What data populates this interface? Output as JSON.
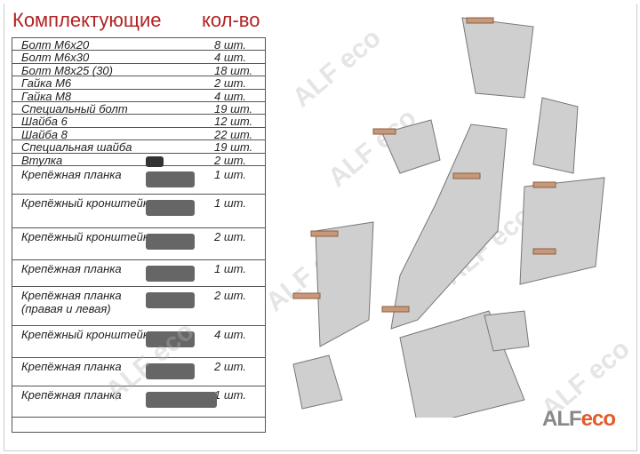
{
  "header": {
    "title": "Комплектующие",
    "qty": "кол-во"
  },
  "items": [
    {
      "name": "Болт М6х20",
      "qty": "8 шт."
    },
    {
      "name": "Болт М6х30",
      "qty": "4 шт."
    },
    {
      "name": "Болт М8х25 (30)",
      "qty": "18 шт."
    },
    {
      "name": "Гайка М6",
      "qty": "2 шт."
    },
    {
      "name": "Гайка М8",
      "qty": "4 шт."
    },
    {
      "name": "Специальный болт",
      "qty": "19 шт."
    },
    {
      "name": "Шайба 6",
      "qty": "12 шт."
    },
    {
      "name": "Шайба 8",
      "qty": "22 шт."
    },
    {
      "name": "Специальная шайба",
      "qty": "19 шт."
    },
    {
      "name": "Втулка",
      "qty": "2 шт."
    },
    {
      "name": "Крепёжная планка",
      "qty": "1 шт."
    },
    {
      "name": "Крепёжный кронштейн",
      "qty": "1 шт."
    },
    {
      "name": "Крепёжный кронштейн",
      "qty": "2 шт."
    },
    {
      "name": "Крепёжная планка",
      "qty": "1 шт."
    },
    {
      "name": "Крепёжная планка\n(правая и левая)",
      "qty": "2 шт."
    },
    {
      "name": "Крепёжный кронштейн",
      "qty": "4 шт."
    },
    {
      "name": "Крепёжная планка",
      "qty": "2 шт."
    },
    {
      "name": "Крепёжная планка",
      "qty": "1 шт."
    }
  ],
  "watermark": "ALF eco",
  "logo": {
    "part1": "ALF",
    "part2": "eco"
  },
  "colors": {
    "title": "#b22222",
    "plate": "#c8c8c8",
    "bracket": "#c89878"
  }
}
